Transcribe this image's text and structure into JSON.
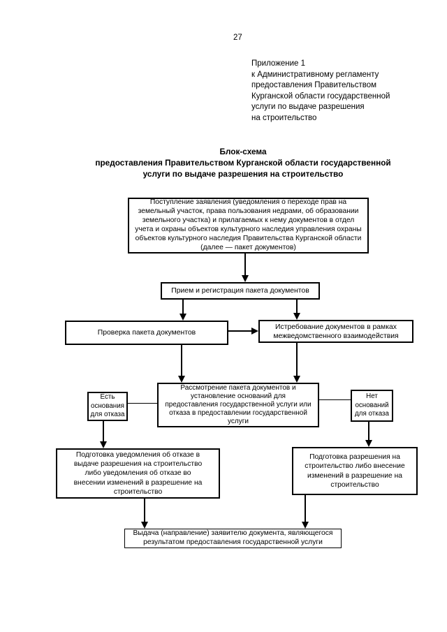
{
  "page": {
    "number": "27",
    "appendix_lines": [
      "Приложение 1",
      "к Административному регламенту",
      "предоставления Правительством",
      "Курганской области государственной",
      "услуги по выдаче разрешения",
      "на строительство"
    ],
    "title_lines": [
      "Блок-схема",
      "предоставления Правительством Курганской области государственной",
      "услуги по выдаче разрешения на строительство"
    ]
  },
  "flowchart": {
    "intake_lines": [
      "Поступление заявления (уведомления о переходе прав на",
      "земельный участок, права пользования недрами, об образовании",
      "земельного участка) и прилагаемых к нему документов в отдел",
      "учета и охраны объектов культурного наследия управления охраны",
      "объектов культурного наследия Правительства Курганской области",
      "(далее — пакет документов)"
    ],
    "registration": "Прием и регистрация пакета документов",
    "check": "Проверка пакета документов",
    "interagency_lines": [
      "Истребование документов в рамках",
      "межведомственного взаимодействия"
    ],
    "review_lines": [
      "Рассмотрение пакета документов и",
      "установление оснований для",
      "предоставления государственной услуги или",
      "отказа в предоставлении государственной",
      "услуги"
    ],
    "grounds_yes_lines": [
      "Есть",
      "основания",
      "для отказа"
    ],
    "grounds_no_lines": [
      "Нет",
      "оснований",
      "для отказа"
    ],
    "refusal_lines": [
      "Подготовка уведомления об отказе в",
      "выдаче разрешения на строительство",
      "либо уведомления об отказе во",
      "внесении изменений в разрешение на",
      "строительство"
    ],
    "permit_lines": [
      "Подготовка разрешения на",
      "строительство либо внесение",
      "изменений в разрешение на",
      "строительство"
    ],
    "issue_lines": [
      "Выдача (направление) заявителю документа, являющегося",
      "результатом предоставления государственной услуги"
    ],
    "colors": {
      "ink": "#000000",
      "paper": "#ffffff"
    }
  }
}
